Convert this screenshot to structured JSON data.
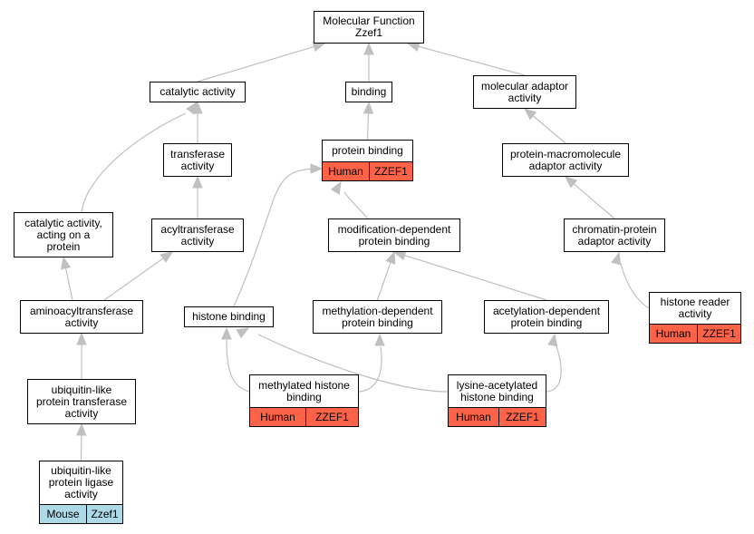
{
  "colors": {
    "edge": "#c0c0c0",
    "human": "#ff6347",
    "mouse": "#add8e6",
    "border": "#000000"
  },
  "nodes": {
    "mf_root": {
      "label": "Molecular Function\nZzef1"
    },
    "catalytic": {
      "label": "catalytic activity"
    },
    "binding": {
      "label": "binding"
    },
    "mol_adaptor": {
      "label": "molecular adaptor\nactivity"
    },
    "transferase": {
      "label": "transferase\nactivity"
    },
    "protein_binding": {
      "label": "protein binding",
      "species": "Human",
      "gene": "ZZEF1"
    },
    "prot_macro": {
      "label": "protein-macromolecule\nadaptor activity"
    },
    "cat_protein": {
      "label": "catalytic activity,\nacting on a\nprotein"
    },
    "acyltransferase": {
      "label": "acyltransferase\nactivity"
    },
    "mod_dep": {
      "label": "modification-dependent\nprotein binding"
    },
    "chrom_prot": {
      "label": "chromatin-protein\nadaptor activity"
    },
    "aminoacyl": {
      "label": "aminoacyltransferase\nactivity"
    },
    "histone_binding": {
      "label": "histone binding"
    },
    "meth_dep": {
      "label": "methylation-dependent\nprotein binding"
    },
    "acet_dep": {
      "label": "acetylation-dependent\nprotein binding"
    },
    "histone_reader": {
      "label": "histone reader\nactivity",
      "species": "Human",
      "gene": "ZZEF1"
    },
    "ubl_transferase": {
      "label": "ubiquitin-like\nprotein transferase\nactivity"
    },
    "meth_histone": {
      "label": "methylated histone\nbinding",
      "species": "Human",
      "gene": "ZZEF1"
    },
    "lys_acet": {
      "label": "lysine-acetylated\nhistone binding",
      "species": "Human",
      "gene": "ZZEF1"
    },
    "ubl_ligase": {
      "label": "ubiquitin-like\nprotein ligase\nactivity",
      "species": "Mouse",
      "gene": "Zzef1"
    }
  },
  "edges": [
    [
      "catalytic",
      "mf_root"
    ],
    [
      "binding",
      "mf_root"
    ],
    [
      "mol_adaptor",
      "mf_root"
    ],
    [
      "transferase",
      "catalytic"
    ],
    [
      "cat_protein",
      "catalytic"
    ],
    [
      "protein_binding",
      "binding"
    ],
    [
      "prot_macro",
      "mol_adaptor"
    ],
    [
      "acyltransferase",
      "transferase"
    ],
    [
      "aminoacyl",
      "acyltransferase"
    ],
    [
      "aminoacyl",
      "cat_protein"
    ],
    [
      "mod_dep",
      "protein_binding"
    ],
    [
      "histone_binding",
      "protein_binding"
    ],
    [
      "chrom_prot",
      "prot_macro"
    ],
    [
      "meth_dep",
      "mod_dep"
    ],
    [
      "acet_dep",
      "mod_dep"
    ],
    [
      "histone_reader",
      "chrom_prot"
    ],
    [
      "ubl_transferase",
      "aminoacyl"
    ],
    [
      "meth_histone",
      "histone_binding"
    ],
    [
      "meth_histone",
      "meth_dep"
    ],
    [
      "lys_acet",
      "histone_binding"
    ],
    [
      "lys_acet",
      "acet_dep"
    ],
    [
      "ubl_ligase",
      "ubl_transferase"
    ]
  ]
}
